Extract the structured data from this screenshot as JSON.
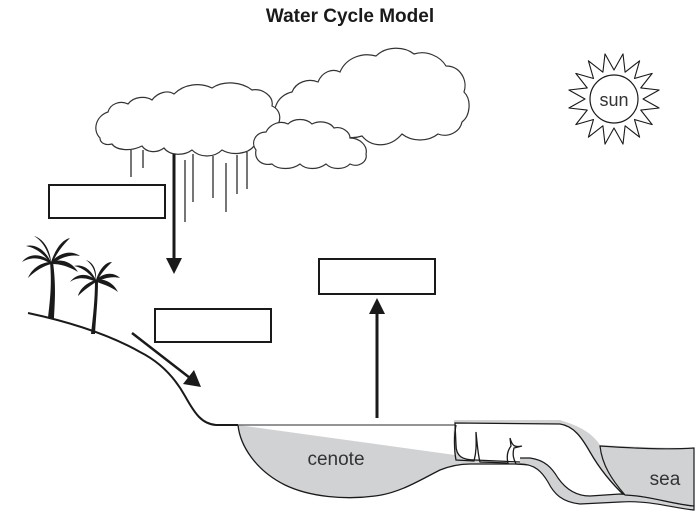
{
  "title": "Water Cycle Model",
  "labels": {
    "sun": "sun",
    "cenote": "cenote",
    "sea": "sea"
  },
  "blank_boxes": [
    {
      "id": "precipitation-box",
      "value": ""
    },
    {
      "id": "runoff-box",
      "value": ""
    },
    {
      "id": "evaporation-box",
      "value": ""
    }
  ],
  "arrows": [
    {
      "id": "precipitation-arrow",
      "direction": "down"
    },
    {
      "id": "runoff-arrow",
      "direction": "down-right"
    },
    {
      "id": "evaporation-arrow",
      "direction": "up"
    }
  ],
  "colors": {
    "line": "#1a1a1a",
    "water_fill": "#d1d2d4",
    "background": "#ffffff"
  }
}
